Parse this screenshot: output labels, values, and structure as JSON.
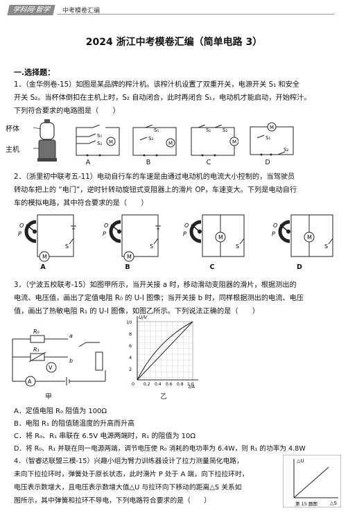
{
  "header": {
    "logo_text": "学科网·智学",
    "subtitle": "中考模卷汇编"
  },
  "title": "2024 浙江中考模卷汇编（简单电路 3）",
  "section_heading": "一.选择题：",
  "q1": {
    "line1": "1．（金华例卷-15）如图是某品牌的榨汁机。该榨汁机设置了双重开关，电源开关 S₁ 和安全",
    "line2": "开关 S₂。当杯体倒扣在主机上时，S₂ 自动闭合，此时再闭合 S₁，电动机才能启动，开始榨汁。",
    "line3": "下列符合要求的电路图是（　　）",
    "cup_label": "杯体",
    "main_label": "主机",
    "option_labels": [
      "A",
      "B",
      "C",
      "D"
    ]
  },
  "q2": {
    "line1": "2．（浙里初中联考五-11）电动自行车的车速是由通过电动机的电流大小控制的，当驾驶员",
    "line2": "转动车把上的 “电门”，逆时针转动旋钮式变阻器上的滑片 OP，车速变大。下列是电动自行",
    "line3": "车的模拟电路，其中符合要求的是（　　）",
    "option_labels": [
      "A",
      "B",
      "C",
      "D"
    ]
  },
  "q3": {
    "line1": "3．（宁波五校联考-15）如图甲所示，当开关接 a 时，移动滑动变阻器的滑片，根据测出的",
    "line2": "电流、电压值，画出了定值电阻 R₀ 的 U-I 图像；当开关接 b 时，同样根据测出的电流、电压",
    "line3": "值，画出了热敏电阻 R₁ 的 U-I 图像，如图乙所示。下列说法正确的是（　　）",
    "fig_jia": "甲",
    "fig_yi": "乙",
    "graph": {
      "ylabel": "U/V",
      "xlabel": "I/A",
      "y_ticks": [
        "10",
        "8",
        "6",
        "4",
        "2"
      ],
      "x_ticks": [
        "0.2",
        "0.4",
        "0.6",
        "0.8",
        "1.0"
      ],
      "origin": "0"
    },
    "options": [
      "A．定值电阻 R₀ 阻值为 100Ω",
      "B．电阻 R₁ 的阻值随温度的升高而升高",
      "C．将 R₀、R₁ 串联在 6.5V 电源两端时，R₁ 的阻值为 10Ω",
      "D．将 R₀、R₁ 并联在同一电源两端，调节电压使 R₀ 消耗的电功率为 6.4W，则 R₁ 的功率为 4.8W"
    ]
  },
  "q4": {
    "line1": "4．（智睿达联盟三模-15）兴趣小组为臂力训练器设计了拉力测量简化电路，",
    "line2": "未向下拉拉环时，弹簧处于原长状态，此时滑片 P 处于 A 端，向下拉拉环时，",
    "line3": "电压表示数增大，且电压表示数增大值△U 与拉环向下移动的距离△S 关系如",
    "line4": "图所示，其中弹簧和拉环不导电，下列电路符合要求的是（　　）",
    "graph_y": "△U",
    "graph_x": "△S",
    "graph_caption": "第 15 题图"
  }
}
